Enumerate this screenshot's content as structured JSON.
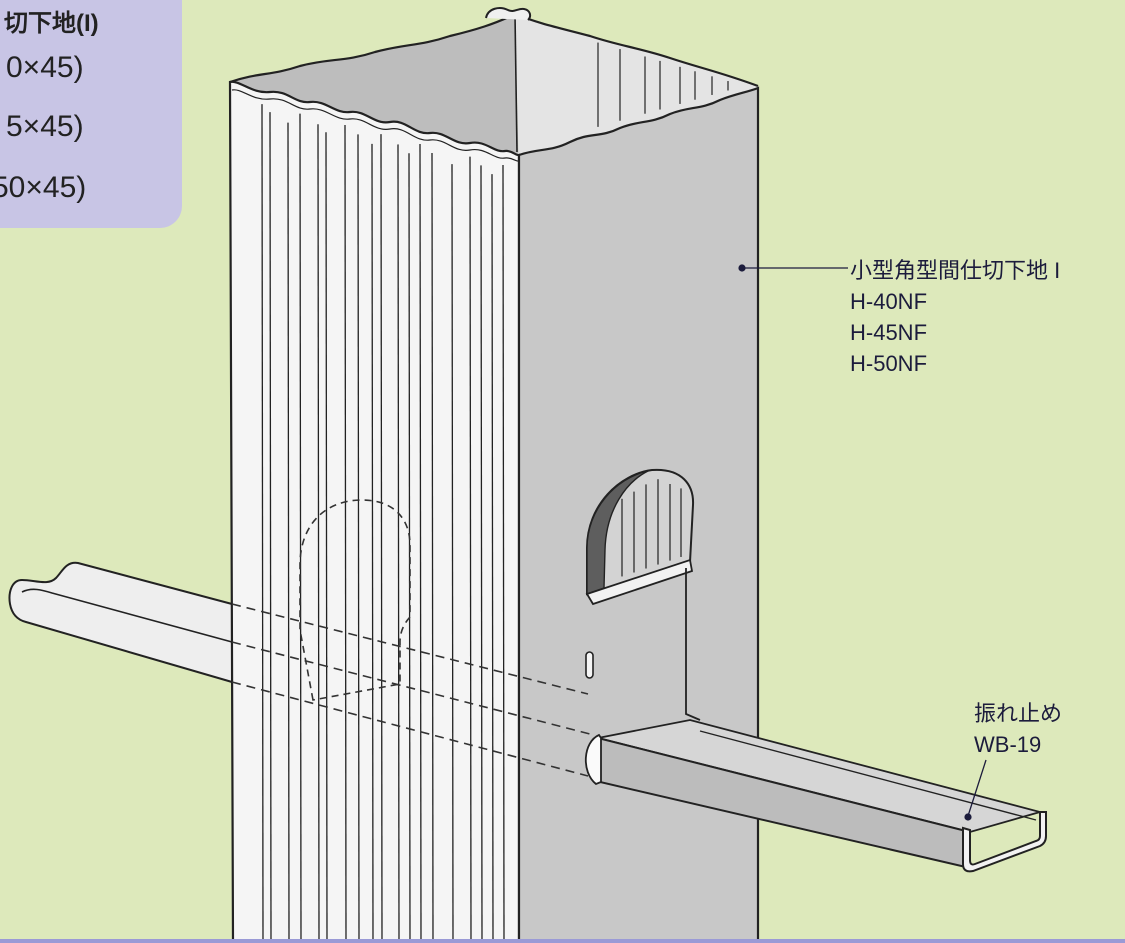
{
  "colors": {
    "background": "#dde9bb",
    "legend_box": "#c8c5e5",
    "label_text": "#1c1c3c",
    "stud_front_face": "#f5f5f5",
    "stud_side_face": "#c8c8c8",
    "outline": "#222222"
  },
  "legend_box": {
    "title": "切下地(I)",
    "lines": [
      "0×45)",
      "5×45)",
      "50×45)"
    ]
  },
  "labels": {
    "stud": {
      "name": "小型角型間仕切下地 I",
      "models": [
        "H-40NF",
        "H-45NF",
        "H-50NF"
      ]
    },
    "brace": {
      "name": "振れ止め",
      "model": "WB-19"
    }
  }
}
